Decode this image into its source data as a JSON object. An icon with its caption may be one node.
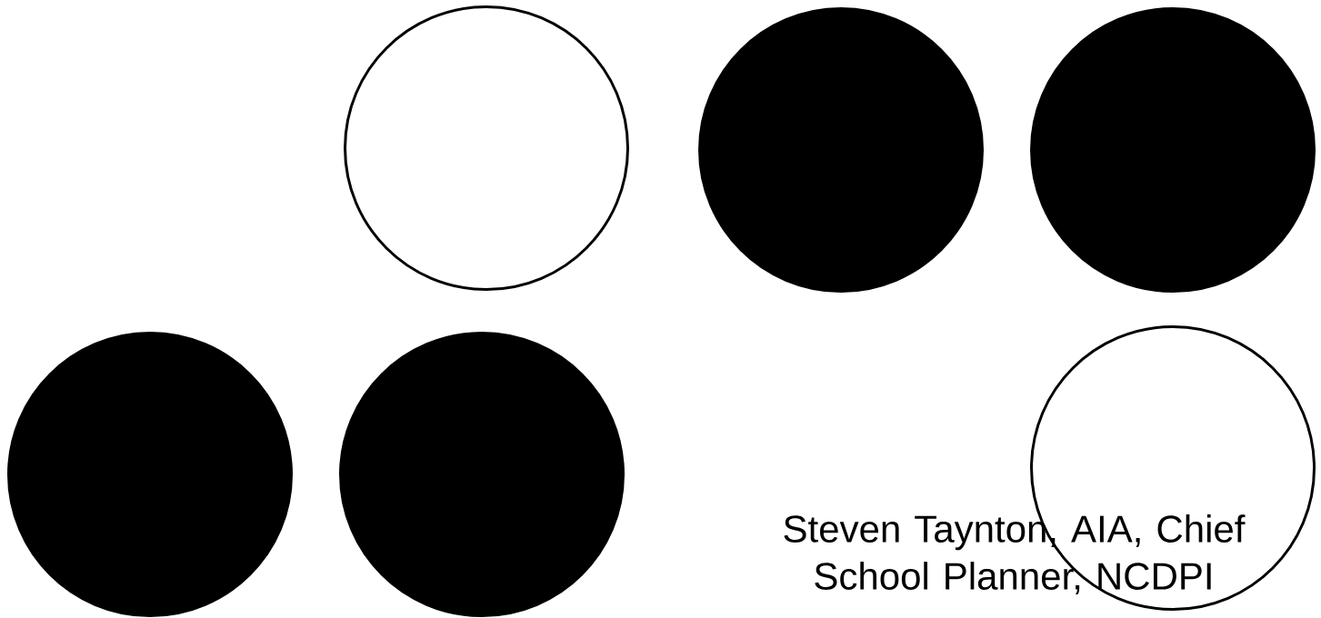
{
  "diagram": {
    "nodes": [
      {
        "text": [],
        "shape": "circle"
      },
      {
        "text": [],
        "shape": "circle"
      },
      {
        "text": [],
        "shape": "circle"
      },
      {
        "text": [],
        "shape": "circle"
      },
      {
        "text": [],
        "shape": "circle"
      },
      {
        "text": [],
        "shape": "circle"
      }
    ],
    "labels": [
      "Steven Taynton, AIA, Chief School Planner, NCDPI"
    ]
  }
}
